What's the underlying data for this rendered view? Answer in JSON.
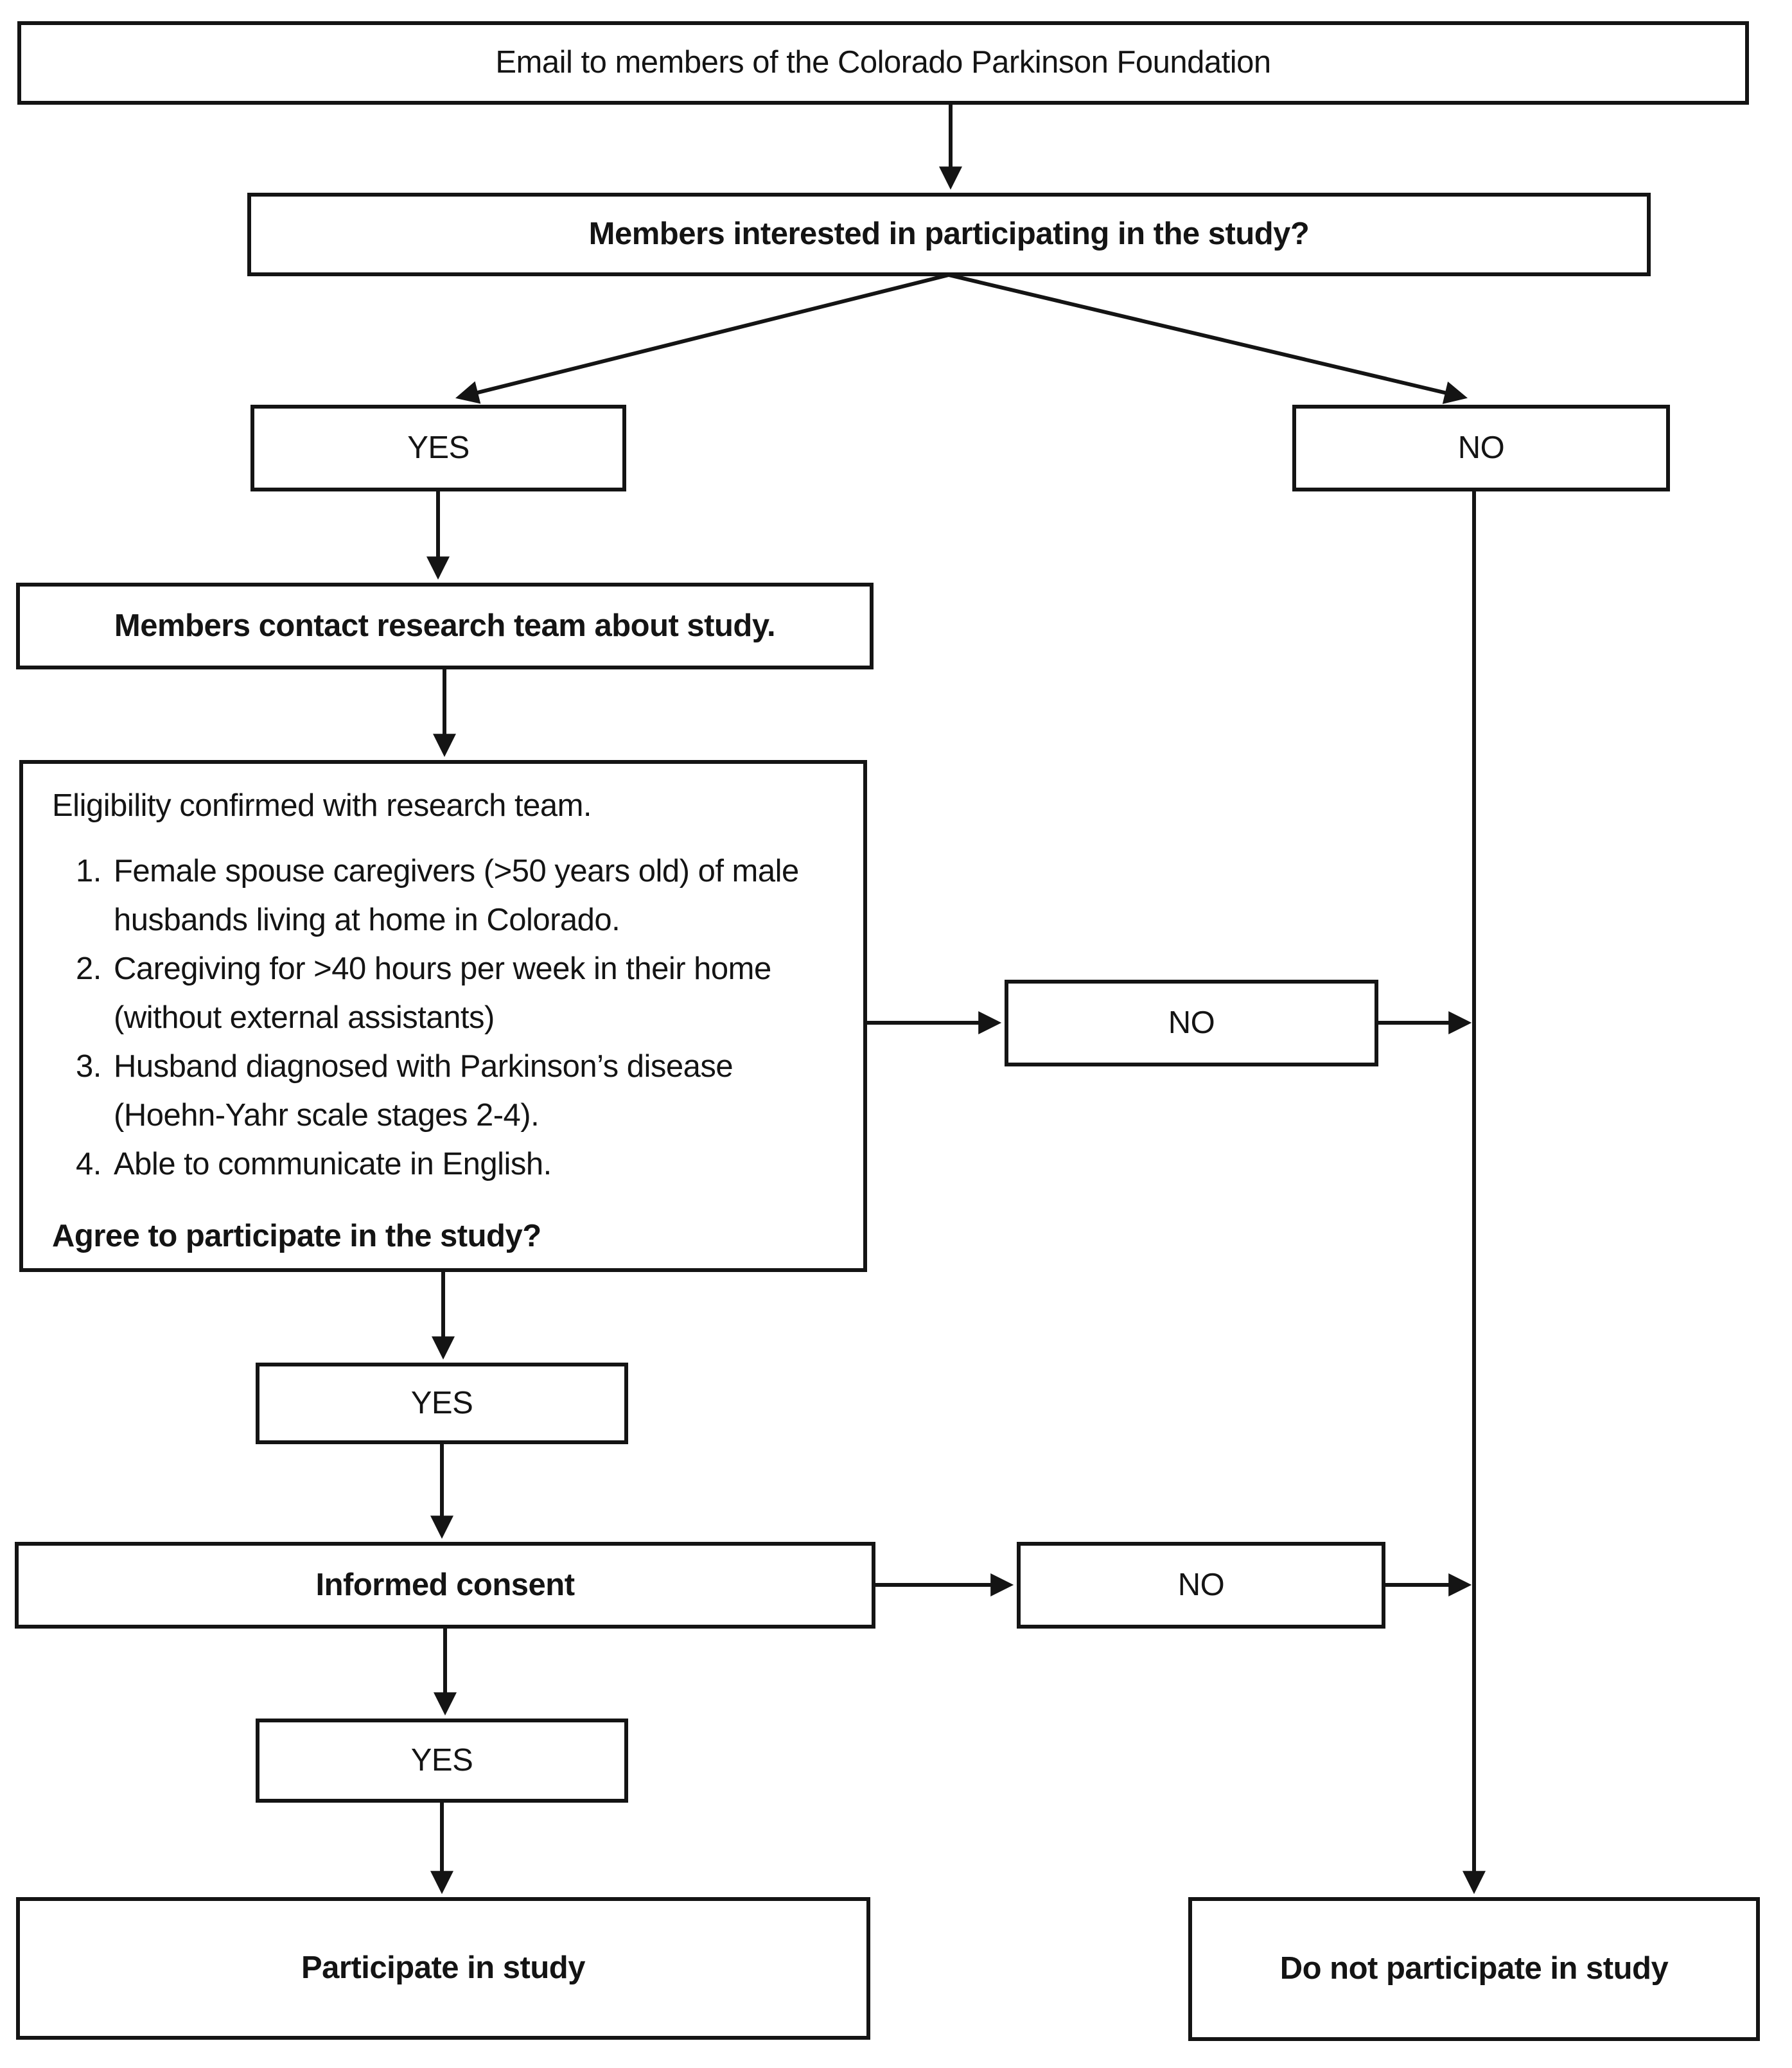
{
  "flow": {
    "title": "Email to members of the Colorado Parkinson Foundation",
    "interest_question": "Members interested in participating in the study?",
    "interest_yes": "YES",
    "interest_no": "NO",
    "contact": "Members contact research team about study.",
    "eligibility": {
      "intro": "Eligibility confirmed with research team.",
      "criteria": [
        "Female spouse caregivers (>50 years old) of male husbands living at home in Colorado.",
        "Caregiving for >40 hours per week in their home (without external assistants)",
        "Husband diagnosed with Parkinson’s disease (Hoehn-Yahr scale stages 2-4).",
        "Able to communicate in English."
      ],
      "question": "Agree to participate in the study?"
    },
    "eligibility_no": "NO",
    "eligibility_yes": "YES",
    "consent": "Informed consent",
    "consent_no": "NO",
    "consent_yes": "YES",
    "outcome_participate": "Participate in study",
    "outcome_not_participate": "Do not participate in study"
  },
  "colors": {
    "ink": "#141414",
    "background": "#ffffff"
  }
}
